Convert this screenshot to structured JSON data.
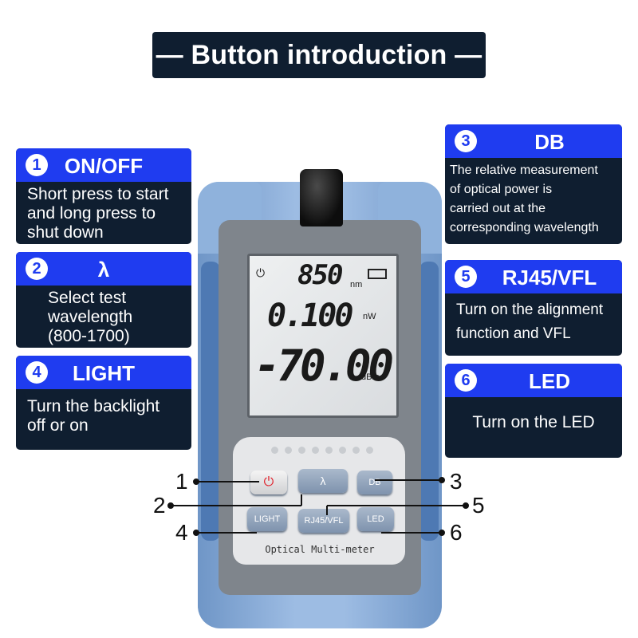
{
  "title": "— Button introduction —",
  "colors": {
    "navy": "#0f1e30",
    "accent_blue": "#1f3cf0",
    "device_blue": "#9dbce3"
  },
  "buttons": [
    {
      "num": "1",
      "name": "ON/OFF",
      "desc": [
        "Short press to start",
        "and long press to",
        "shut down"
      ]
    },
    {
      "num": "2",
      "name": "λ",
      "desc": [
        "Select test",
        "wavelength",
        "(800-1700)"
      ]
    },
    {
      "num": "3",
      "name": "DB",
      "desc": [
        "The relative measurement",
        "of optical power is",
        "carried out at the",
        "corresponding wavelength"
      ]
    },
    {
      "num": "4",
      "name": "LIGHT",
      "desc": [
        "Turn the backlight",
        "off or on"
      ]
    },
    {
      "num": "5",
      "name": "RJ45/VFL",
      "desc": [
        "Turn on the alignment",
        "function and VFL"
      ]
    },
    {
      "num": "6",
      "name": "LED",
      "desc": [
        "Turn on the LED"
      ]
    }
  ],
  "device": {
    "screen": {
      "power_icon": "power-icon",
      "line1_value": "850",
      "line1_unit": "nm",
      "line2_value": "0.100",
      "line2_unit": "nW",
      "line3_value": "-70.00",
      "line3_unit": "dBm"
    },
    "keys": {
      "power": "⏻",
      "lambda": "λ",
      "db": "DB",
      "light": "LIGHT",
      "rj45": "RJ45/VFL",
      "led": "LED"
    },
    "brand": "Optical Multi-meter"
  },
  "pointer_labels": [
    "1",
    "2",
    "3",
    "4",
    "5",
    "6"
  ]
}
